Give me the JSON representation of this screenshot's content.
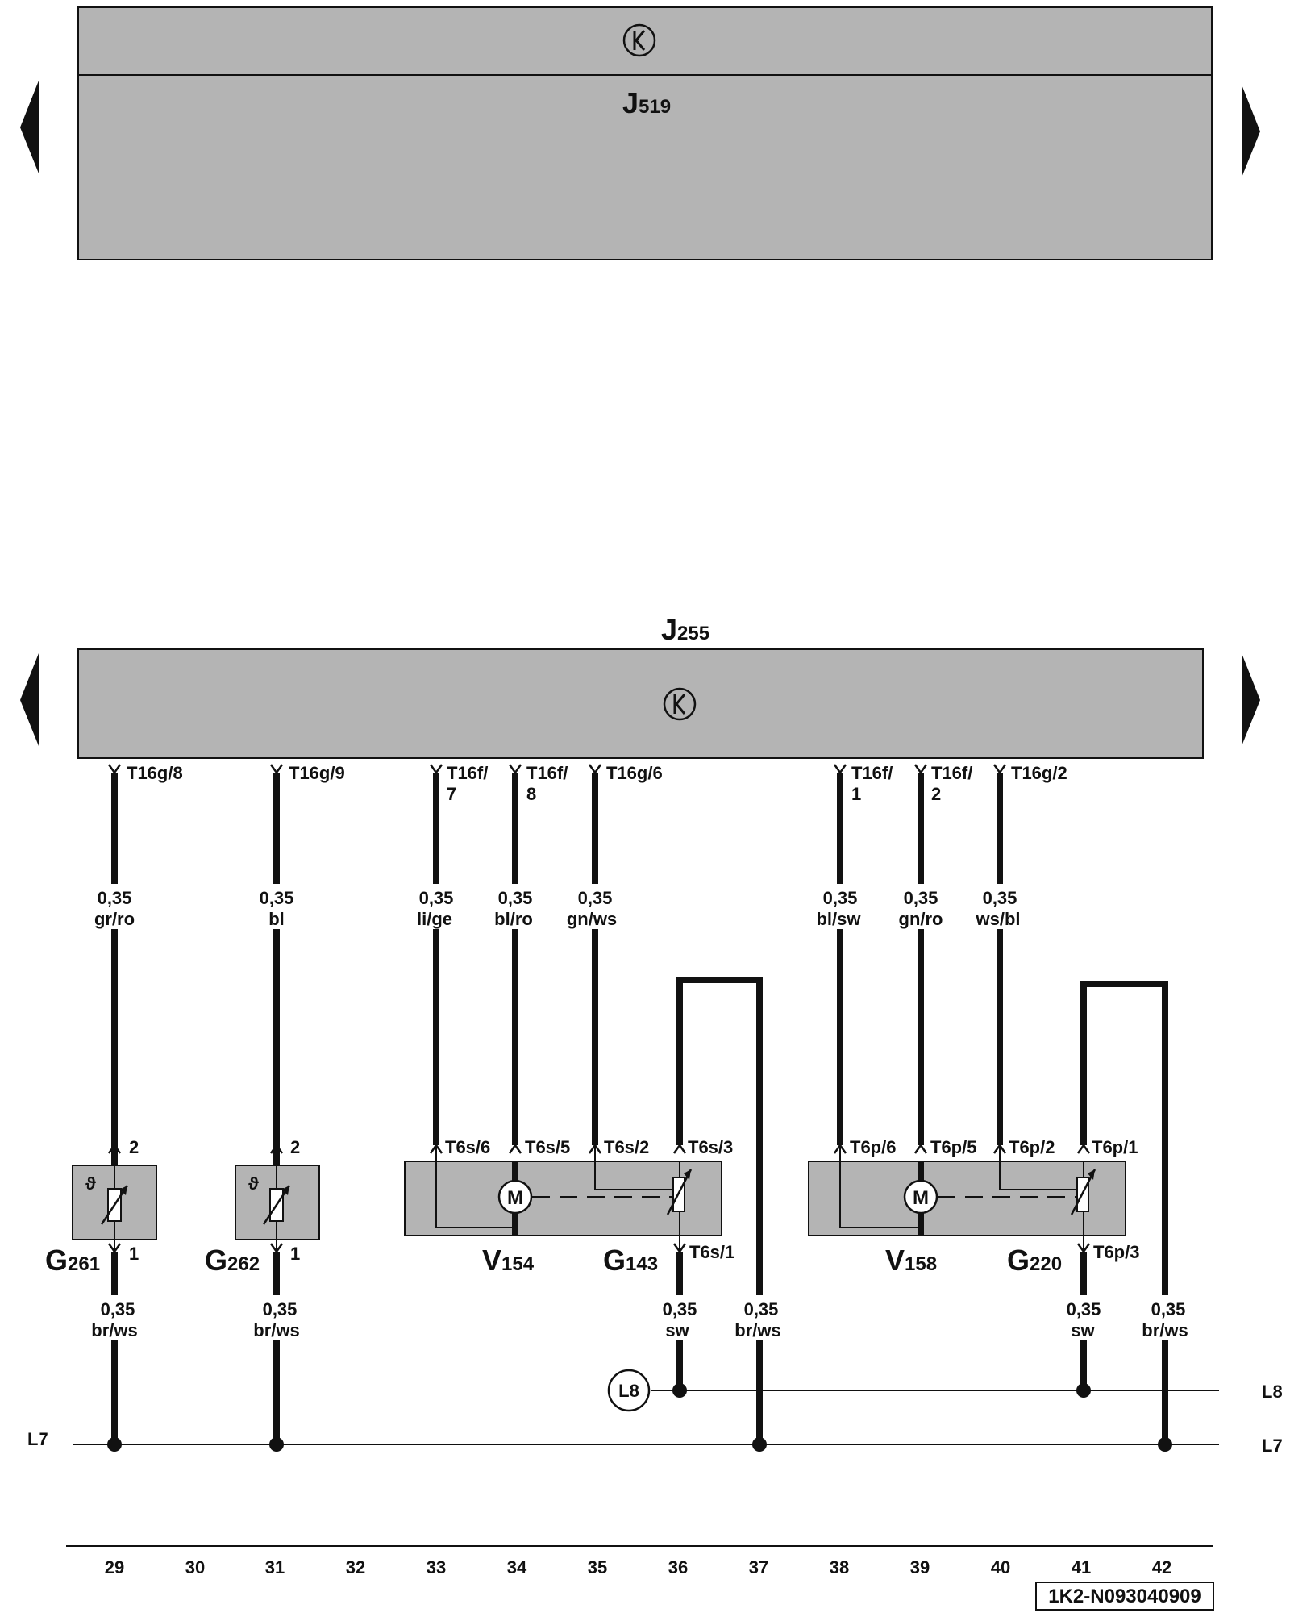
{
  "colors": {
    "module_fill": "#b4b4b4",
    "wire": "#111111",
    "background": "#ffffff"
  },
  "modules": {
    "top": {
      "name": "J",
      "sub": "519",
      "icon": "k-in-circle-icon"
    },
    "bottom": {
      "name": "J",
      "sub": "255",
      "icon": "k-in-circle-icon"
    }
  },
  "connectors": [
    [
      "T16g/8"
    ],
    [
      "T16g/9"
    ],
    [
      "T16f/",
      "7"
    ],
    [
      "T16f/",
      "8"
    ],
    [
      "T16g/6"
    ],
    [
      "T16f/",
      "1"
    ],
    [
      "T16f/",
      "2"
    ],
    [
      "T16g/2"
    ]
  ],
  "wires_upper": [
    [
      "0,35",
      "gr/ro"
    ],
    [
      "0,35",
      "bl"
    ],
    [
      "0,35",
      "li/ge"
    ],
    [
      "0,35",
      "bl/ro"
    ],
    [
      "0,35",
      "gn/ws"
    ],
    [
      "0,35",
      "bl/sw"
    ],
    [
      "0,35",
      "gn/ro"
    ],
    [
      "0,35",
      "ws/bl"
    ]
  ],
  "sensor_pins": [
    "2",
    "1",
    "2",
    "1"
  ],
  "motor_pins": [
    "T6s/6",
    "T6s/5",
    "T6s/2",
    "T6s/3",
    "T6s/1",
    "T6p/6",
    "T6p/5",
    "T6p/2",
    "T6p/1",
    "T6p/3"
  ],
  "motor_symbol": "M",
  "sensor_symbol": "ϑ",
  "components": [
    {
      "name": "G",
      "sub": "261"
    },
    {
      "name": "G",
      "sub": "262"
    },
    {
      "name": "V",
      "sub": "154"
    },
    {
      "name": "G",
      "sub": "143"
    },
    {
      "name": "V",
      "sub": "158"
    },
    {
      "name": "G",
      "sub": "220"
    }
  ],
  "wires_lower": [
    [
      "0,35",
      "br/ws"
    ],
    [
      "0,35",
      "br/ws"
    ],
    [
      "0,35",
      "sw"
    ],
    [
      "0,35",
      "br/ws"
    ],
    [
      "0,35",
      "sw"
    ],
    [
      "0,35",
      "br/ws"
    ]
  ],
  "buses": {
    "l8_circle": "L8",
    "l8_right": "L8",
    "l7_left": "L7",
    "l7_right": "L7"
  },
  "columns": [
    "29",
    "30",
    "31",
    "32",
    "33",
    "34",
    "35",
    "36",
    "37",
    "38",
    "39",
    "40",
    "41",
    "42"
  ],
  "doc_id": "1K2-N093040909"
}
